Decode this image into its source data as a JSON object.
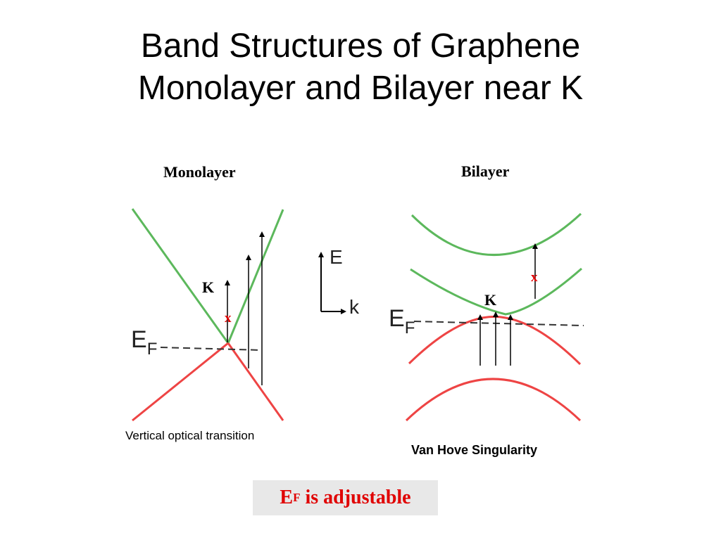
{
  "title": {
    "line1": "Band Structures of Graphene",
    "line2": "Monolayer and Bilayer near K"
  },
  "monolayer": {
    "label": "Monolayer",
    "k_label": "K",
    "x_label": "x",
    "ef_label": "E",
    "ef_sub": "F",
    "caption": "Vertical optical transition"
  },
  "axes_icon": {
    "energy_label": "E",
    "momentum_label": "k"
  },
  "bilayer": {
    "label": "Bilayer",
    "k_label": "K",
    "x_label": "x",
    "ef_label": "E",
    "ef_sub": "F",
    "caption": "Van Hove Singularity"
  },
  "footer": {
    "ef_main": "E",
    "ef_sub": "F",
    "ef_rest": " is adjustable"
  },
  "colors": {
    "conduction_band": "#5cb85c",
    "valence_band": "#ee4444",
    "marker_x": "#e00000",
    "fermi_line": "#333333",
    "box_bg": "#e8e8e8"
  }
}
